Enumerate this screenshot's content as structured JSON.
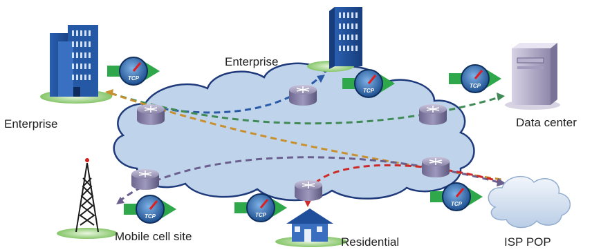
{
  "labels": {
    "enterprise_left": "Enterprise",
    "enterprise_top": "Enterprise",
    "data_center": "Data center",
    "mobile_cell_site": "Mobile cell site",
    "residential": "Residential",
    "isp_pop": "ISP POP"
  },
  "badge_text": "TCP",
  "colors": {
    "cloud": "#bfd3ea",
    "cloud_edge": "#1f3a7a",
    "arrow_green": "#2ea84a",
    "flow_blue": "#2a5aa8",
    "flow_green": "#3f8a55",
    "flow_orange": "#c8902e",
    "flow_purple": "#6a5f8e",
    "flow_red": "#cc2a2a"
  },
  "icons": [
    "building-icon",
    "tower-building-icon",
    "server-icon",
    "cell-tower-icon",
    "house-icon",
    "isp-cloud-icon",
    "router-icon",
    "tcp-gauge-icon"
  ]
}
